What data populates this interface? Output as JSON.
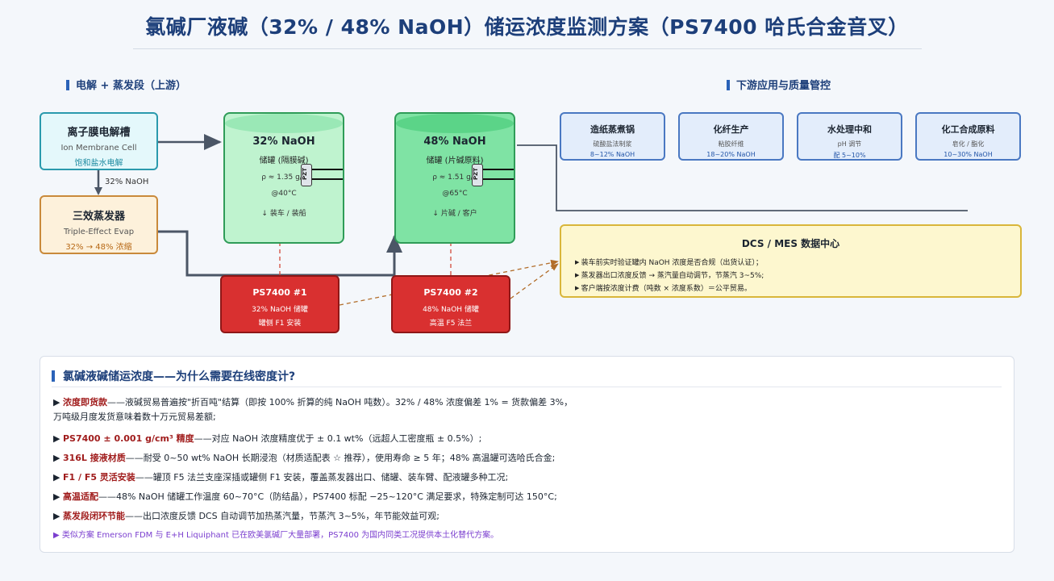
{
  "title": "氯碱厂液碱（32% / 48% NaOH）储运浓度监测方案（PS7400 哈氏合金音叉）",
  "sections": {
    "upstream": "电解 + 蒸发段（上游）",
    "downstream": "下游应用与质量管控"
  },
  "membrane_cell": {
    "title": "离子膜电解槽",
    "subtitle": "Ion Membrane Cell",
    "note": "饱和盐水电解"
  },
  "evaporator": {
    "title": "三效蒸发器",
    "subtitle": "Triple-Effect Evap",
    "note": "32% → 48% 浓缩"
  },
  "flow_label": "32% NaOH",
  "tank_32": {
    "title": "32% NaOH",
    "line1": "储罐 (隔膜碱)",
    "line2": "ρ ≈ 1.35 g/c",
    "line3": "@40°C",
    "line4": "↓ 装车 / 装船",
    "sensor": "PZT"
  },
  "tank_48": {
    "title": "48% NaOH",
    "line1": "储罐 (片碱原料)",
    "line2": "ρ ≈ 1.51 g/c",
    "line3": "@65°C",
    "line4": "↓ 片碱 / 客户",
    "sensor": "PZT"
  },
  "ps_1": {
    "title": "PS7400 #1",
    "line1": "32% NaOH 储罐",
    "line2": "罐侧 F1 安装"
  },
  "ps_2": {
    "title": "PS7400 #2",
    "line1": "48% NaOH 储罐",
    "line2": "高温 F5 法兰"
  },
  "applications": [
    {
      "title": "造纸蒸煮锅",
      "line1": "硫酸盐法制浆",
      "line2": "8~12% NaOH"
    },
    {
      "title": "化纤生产",
      "line1": "粘胶纤维",
      "line2": "18~20% NaOH"
    },
    {
      "title": "水处理中和",
      "line1": "pH 调节",
      "line2": "配 5~10%"
    },
    {
      "title": "化工合成原料",
      "line1": "皂化 / 酯化",
      "line2": "10~30% NaOH"
    }
  ],
  "dcs": {
    "title": "DCS / MES 数据中心",
    "items": [
      "装车前实时验证罐内 NaOH 浓度是否合规（出货认证）；",
      "蒸发器出口浓度反馈 → 蒸汽量自动调节，节蒸汽 3~5%;",
      "客户端按浓度计费（吨数 × 浓度系数）＝公平贸易。"
    ]
  },
  "why": {
    "title": "氯碱液碱储运浓度——为什么需要在线密度计?",
    "points": [
      {
        "key": "浓度即货款",
        "text": "——液碱贸易普遍按\"折百吨\"结算（即按 100% 折算的纯 NaOH 吨数）。32% / 48% 浓度偏差 1% = 货款偏差 3%，"
      },
      {
        "cont": "万吨级月度发货意味着数十万元贸易差额;"
      },
      {
        "key": "PS7400 ± 0.001 g/cm³ 精度",
        "text": "——对应 NaOH 浓度精度优于 ± 0.1 wt%（远超人工密度瓶 ± 0.5%）;"
      },
      {
        "key": "316L 接液材质",
        "text": "——耐受 0~50 wt% NaOH 长期浸泡（材质适配表 ☆ 推荐），使用寿命 ≥ 5 年；48% 高温罐可选哈氏合金;"
      },
      {
        "key": "F1 / F5 灵活安装",
        "text": "——罐顶 F5 法兰支座深插或罐侧 F1 安装，覆盖蒸发器出口、储罐、装车臂、配液罐多种工况;"
      },
      {
        "key": "高温适配",
        "text": "——48% NaOH 储罐工作温度 60~70°C（防结晶），PS7400 标配 −25~120°C 满足要求，特殊定制可达 150°C;"
      },
      {
        "key": "蒸发段闭环节能",
        "text": "——出口浓度反馈 DCS 自动调节加热蒸汽量，节蒸汽 3~5%，年节能效益可观;"
      }
    ],
    "note": "类似方案 Emerson FDM 与 E+H Liquiphant 已在欧美氯碱厂大量部署，PS7400 为国内同类工况提供本土化替代方案。"
  },
  "colors": {
    "title": "#1d3f7a",
    "tank_light": "#bff3cf",
    "tank_dark": "#7fe3a4",
    "sensor_box": "#d93030",
    "dcs_fill": "#fdf7cf",
    "app_fill": "#e3edfb"
  }
}
